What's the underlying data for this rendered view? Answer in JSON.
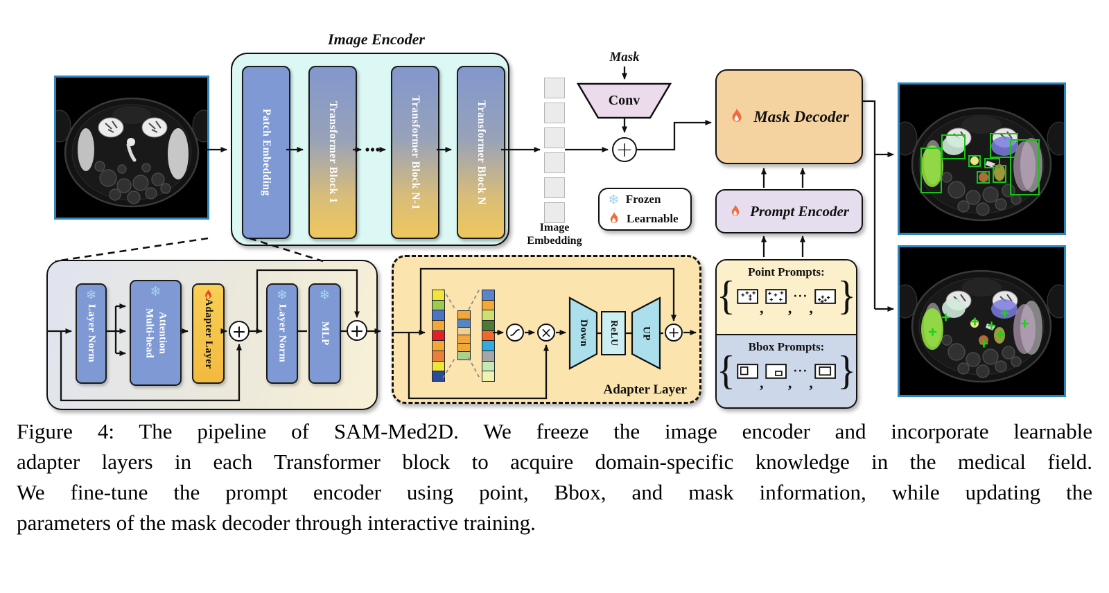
{
  "encoder": {
    "title": "Image Encoder",
    "blocks": [
      "Patch Embedding",
      "Transformer Block 1",
      "Transformer Block N-1",
      "Transformer Block N"
    ]
  },
  "embedding": {
    "line1": "Image",
    "line2": "Embedding"
  },
  "mask_branch": {
    "mask": "Mask",
    "conv": "Conv"
  },
  "legend": {
    "frozen": "Frozen",
    "learnable": "Learnable"
  },
  "decoder": {
    "label": "Mask Decoder"
  },
  "prompt_encoder": {
    "label": "Prompt Encoder"
  },
  "prompts": {
    "point_title": "Point Prompts:",
    "bbox_title": "Bbox Prompts:",
    "comma": ",",
    "dots": "···",
    "open_brace": "{",
    "close_brace": "}"
  },
  "transformer_detail": {
    "layer_norm_1": "Layer Norm",
    "mha": "Multi-head Attention",
    "adapter": "Adapter Layer",
    "layer_norm_2": "Layer Norm",
    "mlp": "MLP"
  },
  "adapter_detail": {
    "label": "Adapter Layer",
    "down": "Down",
    "relu": "ReLU",
    "up": "UP",
    "input_vector_colors": [
      "#f2e53a",
      "#9cc94f",
      "#4a74c4",
      "#f2a73a",
      "#e51f2a",
      "#f2a73a",
      "#e87f3a",
      "#f2e53a",
      "#2a4b9b"
    ],
    "bottleneck_vector_colors": [
      "#f2a73a",
      "#5187c7",
      "#f2cf8f",
      "#f2a73a",
      "#f2a73a",
      "#a9d08f"
    ],
    "output_vector_colors": [
      "#5b84c9",
      "#f2a73a",
      "#cede6f",
      "#4e7a35",
      "#f2682a",
      "#35aadf",
      "#a6a6a6",
      "#c6e8b4",
      "#f2f2b0"
    ]
  },
  "operators": {
    "plus": "+",
    "multiply": "×"
  },
  "caption": {
    "lines": [
      "Figure 4: The pipeline of SAM-Med2D. We freeze the image encoder and incorporate learnable",
      "adapter layers in each Transformer block to acquire domain-specific knowledge in the medical field.",
      "We fine-tune the prompt encoder using point, Bbox, and mask information, while updating the",
      "parameters of the mask decoder through interactive training."
    ]
  },
  "colors": {
    "encoder_fill": "#dcf8f5",
    "block_blue": "#7e99d4",
    "block_gradient_top": "#8297cd",
    "block_gradient_bottom": "#eec75e",
    "adapter_yellow": "#f6c64f",
    "decoder_fill": "#f5d3a0",
    "prompt_encoder_fill": "#e6deee",
    "conv_fill": "#ecdbeb",
    "adapter_panel_fill": "#fbe4ae",
    "point_section_fill": "#fcf0ca",
    "bbox_section_fill": "#ccd7e9",
    "down_up_fill": "#abdfec",
    "relu_fill": "#cdeef2",
    "image_border_blue": "#2e86c1",
    "segmentation_green": "#17c517",
    "frozen_blue": "#a8d4f0",
    "flame_orange": "#f2693b",
    "embedding_square_fill": "#ebebeb"
  }
}
